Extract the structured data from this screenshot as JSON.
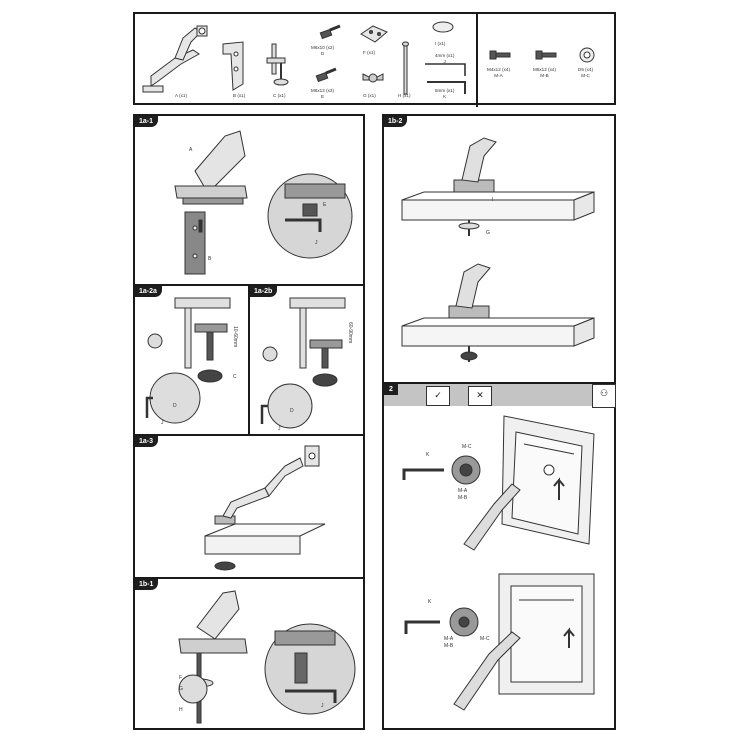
{
  "parts": [
    {
      "name": "A (x1)"
    },
    {
      "name": "B (x1)"
    },
    {
      "name": "C (x1)"
    },
    {
      "name": "M6x10 (x2)",
      "sub": "D"
    },
    {
      "name": "M6x12 (x3)",
      "sub": "E"
    },
    {
      "name": "F (x1)"
    },
    {
      "name": "G (x1)"
    },
    {
      "name": "H (x1)"
    },
    {
      "name": "I (x1)"
    },
    {
      "name": "4mm (x1)",
      "sub": "J"
    },
    {
      "name": "5mm (x1)",
      "sub": "K"
    }
  ],
  "hardware": [
    {
      "name": "M4x12 (x4)",
      "sub": "M-A"
    },
    {
      "name": "M5x12 (x4)",
      "sub": "M-B"
    },
    {
      "name": "D5 (x4)",
      "sub": "M-C"
    }
  ],
  "steps": {
    "s1a1": {
      "tag": "1a-1",
      "labels": [
        "A",
        "E",
        "B",
        "J"
      ]
    },
    "s1a2a": {
      "tag": "1a-2a",
      "measure": "10-60mm",
      "labels": [
        "C",
        "D",
        "J"
      ]
    },
    "s1a2b": {
      "tag": "1a-2b",
      "measure": "60-90mm",
      "labels": [
        "D",
        "J"
      ]
    },
    "s1a3": {
      "tag": "1a-3"
    },
    "s1b1": {
      "tag": "1b-1",
      "labels": [
        "F",
        "G",
        "H",
        "J"
      ]
    },
    "s1b2": {
      "tag": "1b-2",
      "labels": [
        "I",
        "G"
      ]
    },
    "s2": {
      "tag": "2",
      "labels": [
        "K",
        "M-C",
        "M-A",
        "M-B",
        "K",
        "M-A",
        "M-B",
        "M-C"
      ]
    }
  }
}
